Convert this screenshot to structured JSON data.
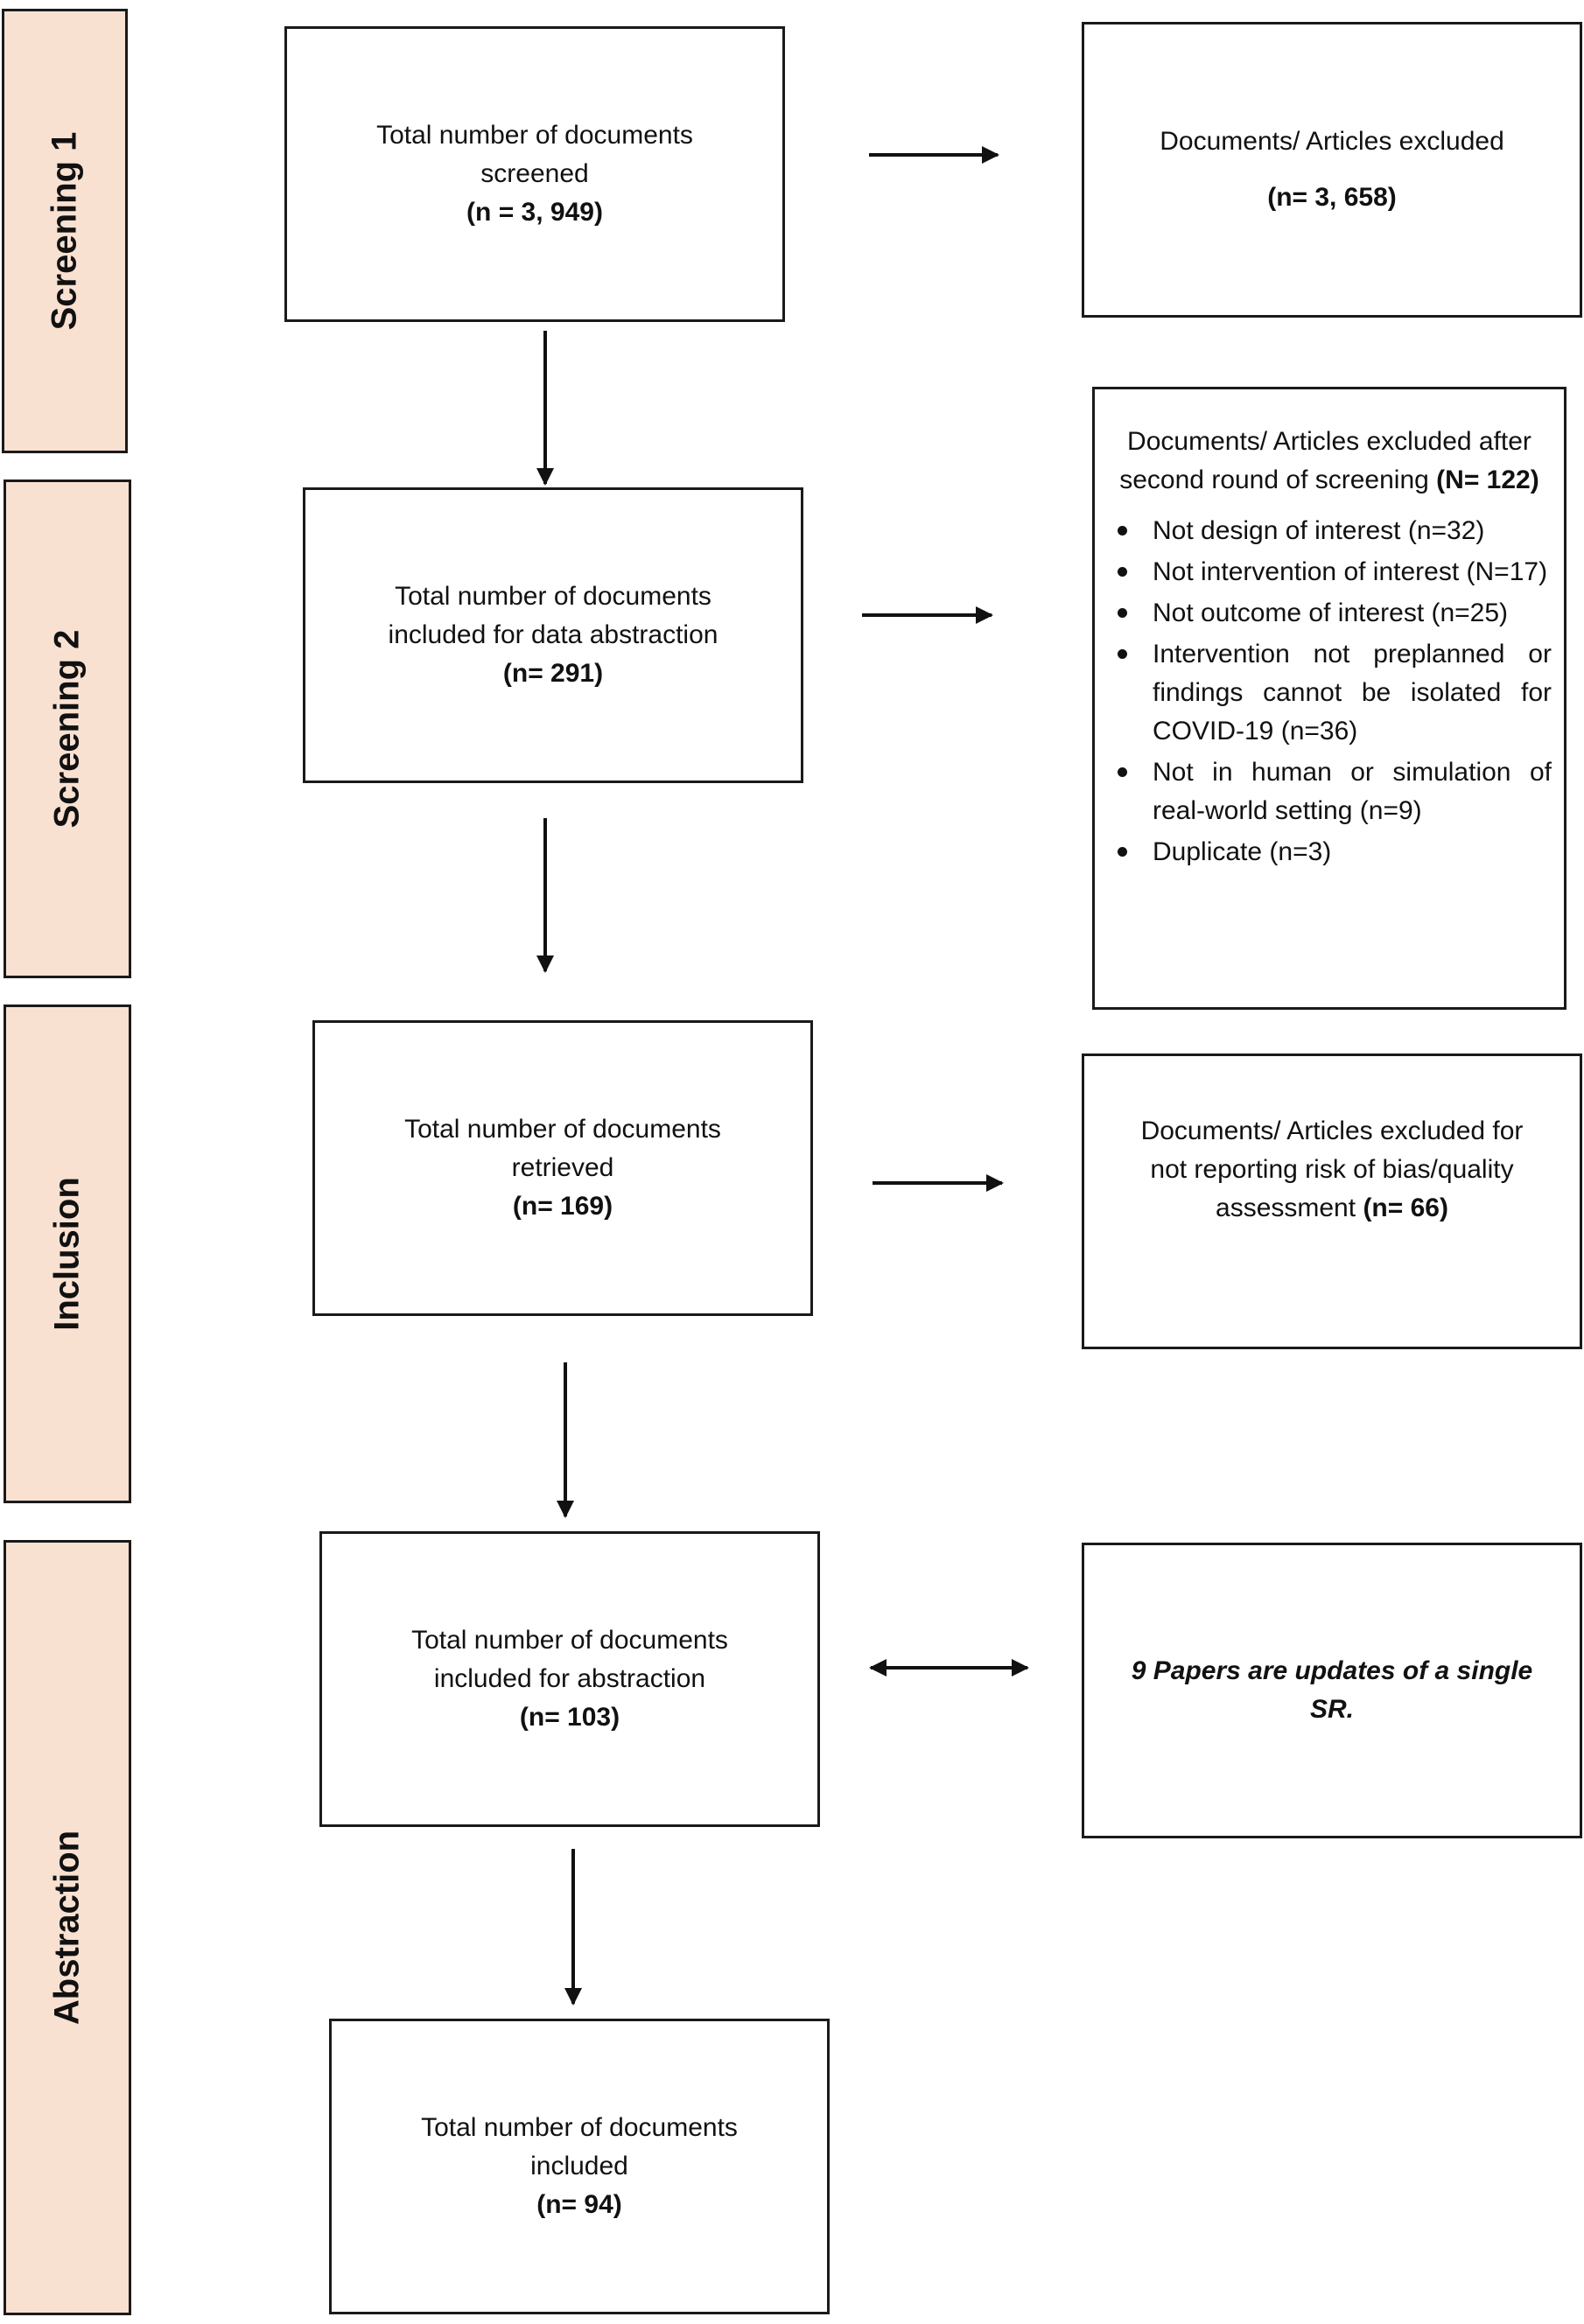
{
  "stages": [
    {
      "id": "screening1",
      "label": "Screening 1"
    },
    {
      "id": "screening2",
      "label": "Screening 2"
    },
    {
      "id": "inclusion",
      "label": "Inclusion"
    },
    {
      "id": "abstraction",
      "label": "Abstraction"
    }
  ],
  "boxes": {
    "screened": {
      "lines": [
        "Total number of documents",
        "screened"
      ],
      "count": "(n = 3, 949)"
    },
    "excluded1": {
      "lines": [
        "Documents/ Articles excluded"
      ],
      "count": "(n= 3, 658)"
    },
    "data_abstraction": {
      "lines": [
        "Total number of documents",
        "included for data abstraction"
      ],
      "count": "(n= 291)"
    },
    "retrieved": {
      "lines": [
        "Total number of documents",
        "retrieved"
      ],
      "count": "(n= 169)"
    },
    "excluded_bias": {
      "lines": [
        "Documents/ Articles excluded for",
        "not reporting risk of bias/quality",
        "assessment"
      ],
      "count": "(n= 66)"
    },
    "abstraction": {
      "lines": [
        "Total number of documents",
        "included for abstraction"
      ],
      "count": "(n= 103)"
    },
    "updates_note": {
      "text": "9 Papers are updates of a single SR."
    },
    "included": {
      "lines": [
        "Total number of documents",
        "included"
      ],
      "count": "(n= 94)"
    }
  },
  "excluded2": {
    "header_line1": "Documents/ Articles excluded after",
    "header_line2": "second round of screening",
    "header_count": "(N= 122)",
    "items": [
      "Not design of interest (n=32)",
      "Not intervention of interest (N=17)",
      "Not outcome of interest (n=25)",
      "Intervention not preplanned or findings cannot be isolated for COVID-19 (n=36)",
      "Not in human or simulation of real-world setting (n=9)",
      "Duplicate (n=3)"
    ]
  }
}
